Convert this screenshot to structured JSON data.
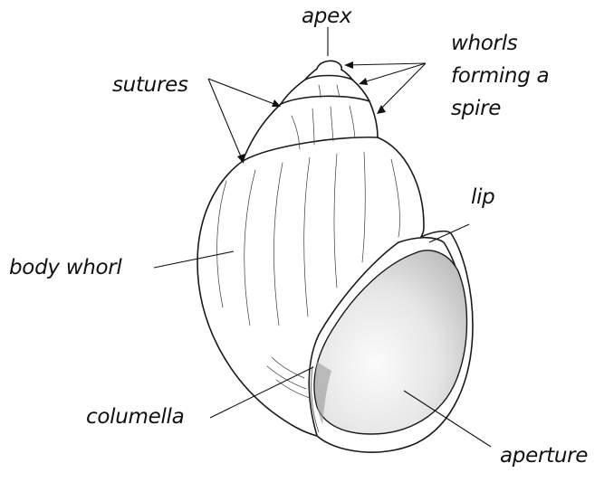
{
  "labels": {
    "apex": "apex",
    "whorls_line1": "whorls",
    "whorls_line2": "forming a",
    "whorls_line3": "spire",
    "sutures": "sutures",
    "lip": "lip",
    "body_whorl": "body whorl",
    "columella": "columella",
    "aperture": "aperture"
  },
  "colors": {
    "outline": "#1a1a1a",
    "aperture_shade": "#c9c9c9",
    "aperture_light": "#f4f4f4",
    "text": "#111111"
  }
}
